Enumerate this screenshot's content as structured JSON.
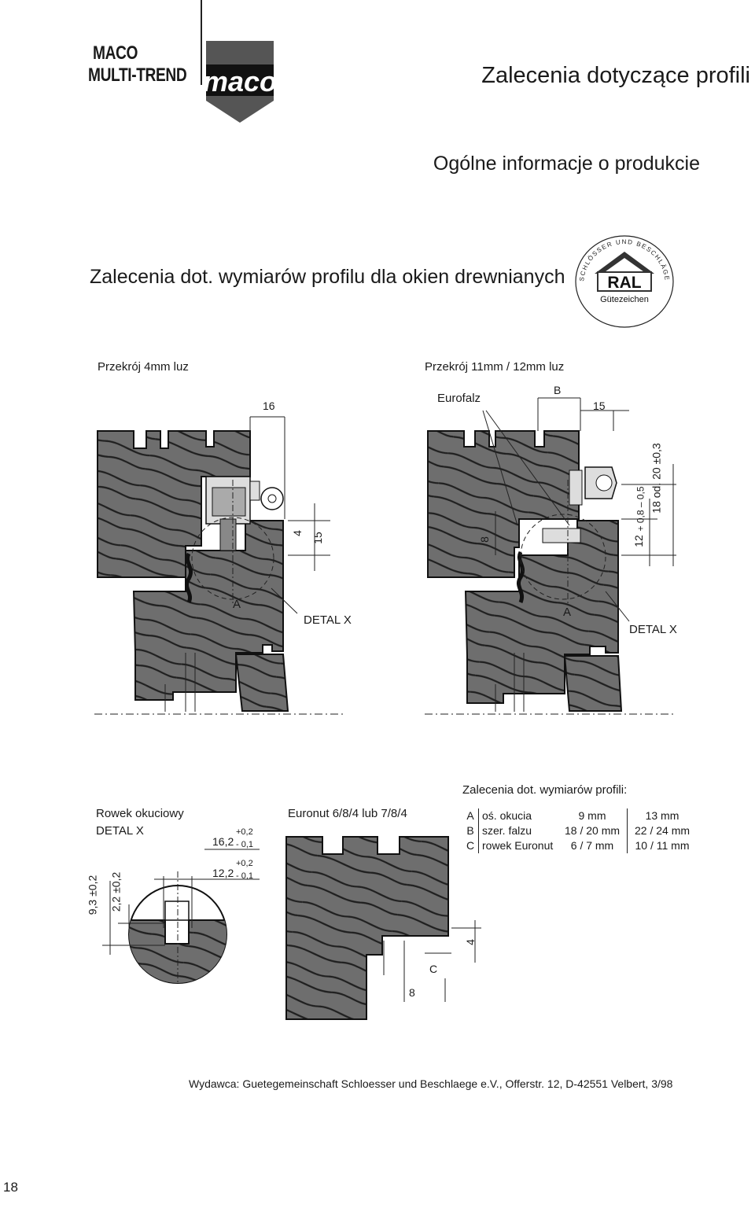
{
  "brand": {
    "line1": "MACO",
    "line2": "MULTI-TREND",
    "logo_text": "maco"
  },
  "header": {
    "title": "Zalecenia dotyczące profili",
    "subtitle": "Ogólne informacje o produkcie"
  },
  "section_title": "Zalecenia dot. wymiarów profilu dla okien drewnianych",
  "seal": {
    "ring_text": "SCHLÖSSER UND BESCHLÄGE",
    "mark": "RAL",
    "caption": "Gütezeichen"
  },
  "drawing_left": {
    "caption": "Przekrój 4mm luz",
    "dims": {
      "top": "16",
      "gap": "4",
      "depth": "15",
      "axis": "A",
      "detail": "DETAL X"
    }
  },
  "drawing_right": {
    "caption": "Przekrój 11mm / 12mm luz",
    "eurofalz": "Eurofalz",
    "dims": {
      "b": "B",
      "top": "15",
      "eight": "8",
      "twelve": "12",
      "tol": "+ 0,8\n– 0,5",
      "odl": "18 od. 20 ±0,3",
      "axis": "A",
      "detail": "DETAL X"
    }
  },
  "groove": {
    "caption1": "Rowek okuciowy",
    "caption2": "DETAL X",
    "w1": "16,2",
    "tol1_plus": "+0,2",
    "tol1_minus": "- 0,1",
    "w2": "12,2",
    "tol2_plus": "+0,2",
    "tol2_minus": "- 0,1",
    "h1": "9,3 ±0,2",
    "h2": "2,2 ±0,2"
  },
  "euronut": {
    "caption": "Euronut 6/8/4 lub 7/8/4",
    "c": "C",
    "eight": "8",
    "four": "4"
  },
  "table": {
    "title": "Zalecenia dot. wymiarów profili:",
    "rows": [
      {
        "key": "A",
        "name": "oś. okucia",
        "v1": "9 mm",
        "v2": "13 mm"
      },
      {
        "key": "B",
        "name": "szer. falzu",
        "v1": "18  /  20 mm",
        "v2": "22  /  24 mm"
      },
      {
        "key": "C",
        "name": "rowek Euronut",
        "v1": "6  /  7 mm",
        "v2": "10  /  11 mm"
      }
    ]
  },
  "publisher": "Wydawca: Guetegemeinschaft Schloesser und Beschlaege e.V., Offerstr. 12, D-42551 Velbert, 3/98",
  "page_number": "18"
}
